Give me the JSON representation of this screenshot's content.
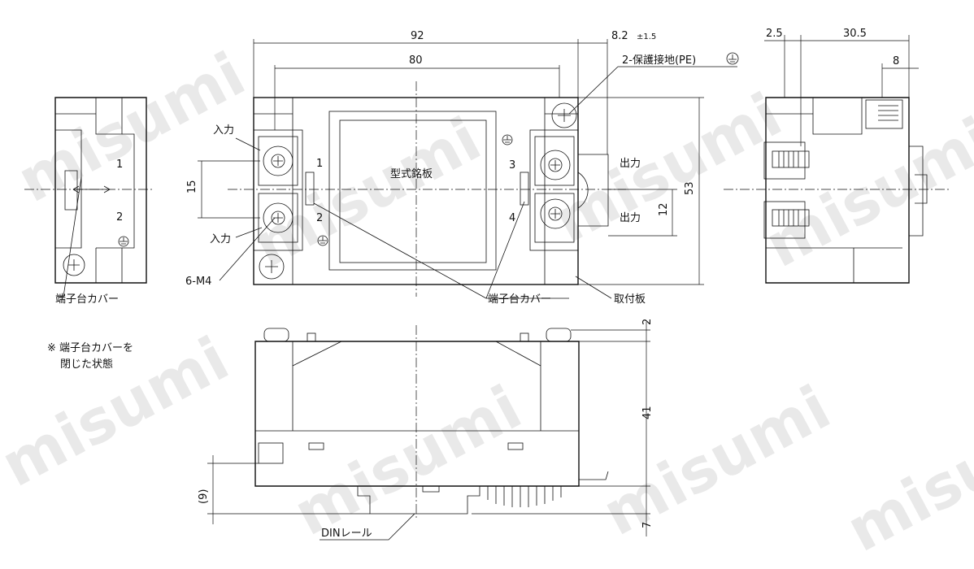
{
  "watermark": "misumi",
  "dims": {
    "w92": "92",
    "w80": "80",
    "w82": "8.2",
    "tol": "±1.5",
    "d25": "2.5",
    "d305": "30.5",
    "d8": "8",
    "h15": "15",
    "h53": "53",
    "h12": "12",
    "h2": "2",
    "h41": "41",
    "h9": "(9)",
    "h7": "7"
  },
  "labels": {
    "input_top": "入力",
    "input_bottom": "入力",
    "output_top": "出力",
    "output_bottom": "出力",
    "nameplate": "型式銘板",
    "pe": "2-保護接地(PE)",
    "m4": "6-M4",
    "cover_center": "端子台カバー",
    "cover_left": "端子台カバー",
    "mount_plate": "取付板",
    "din_rail": "DINレール",
    "t1": "1",
    "t2": "2",
    "t3": "3",
    "t4": "4",
    "left_1": "1",
    "left_2": "2",
    "note_line1": "※ 端子台カバーを",
    "note_line2": "閉じた状態"
  }
}
